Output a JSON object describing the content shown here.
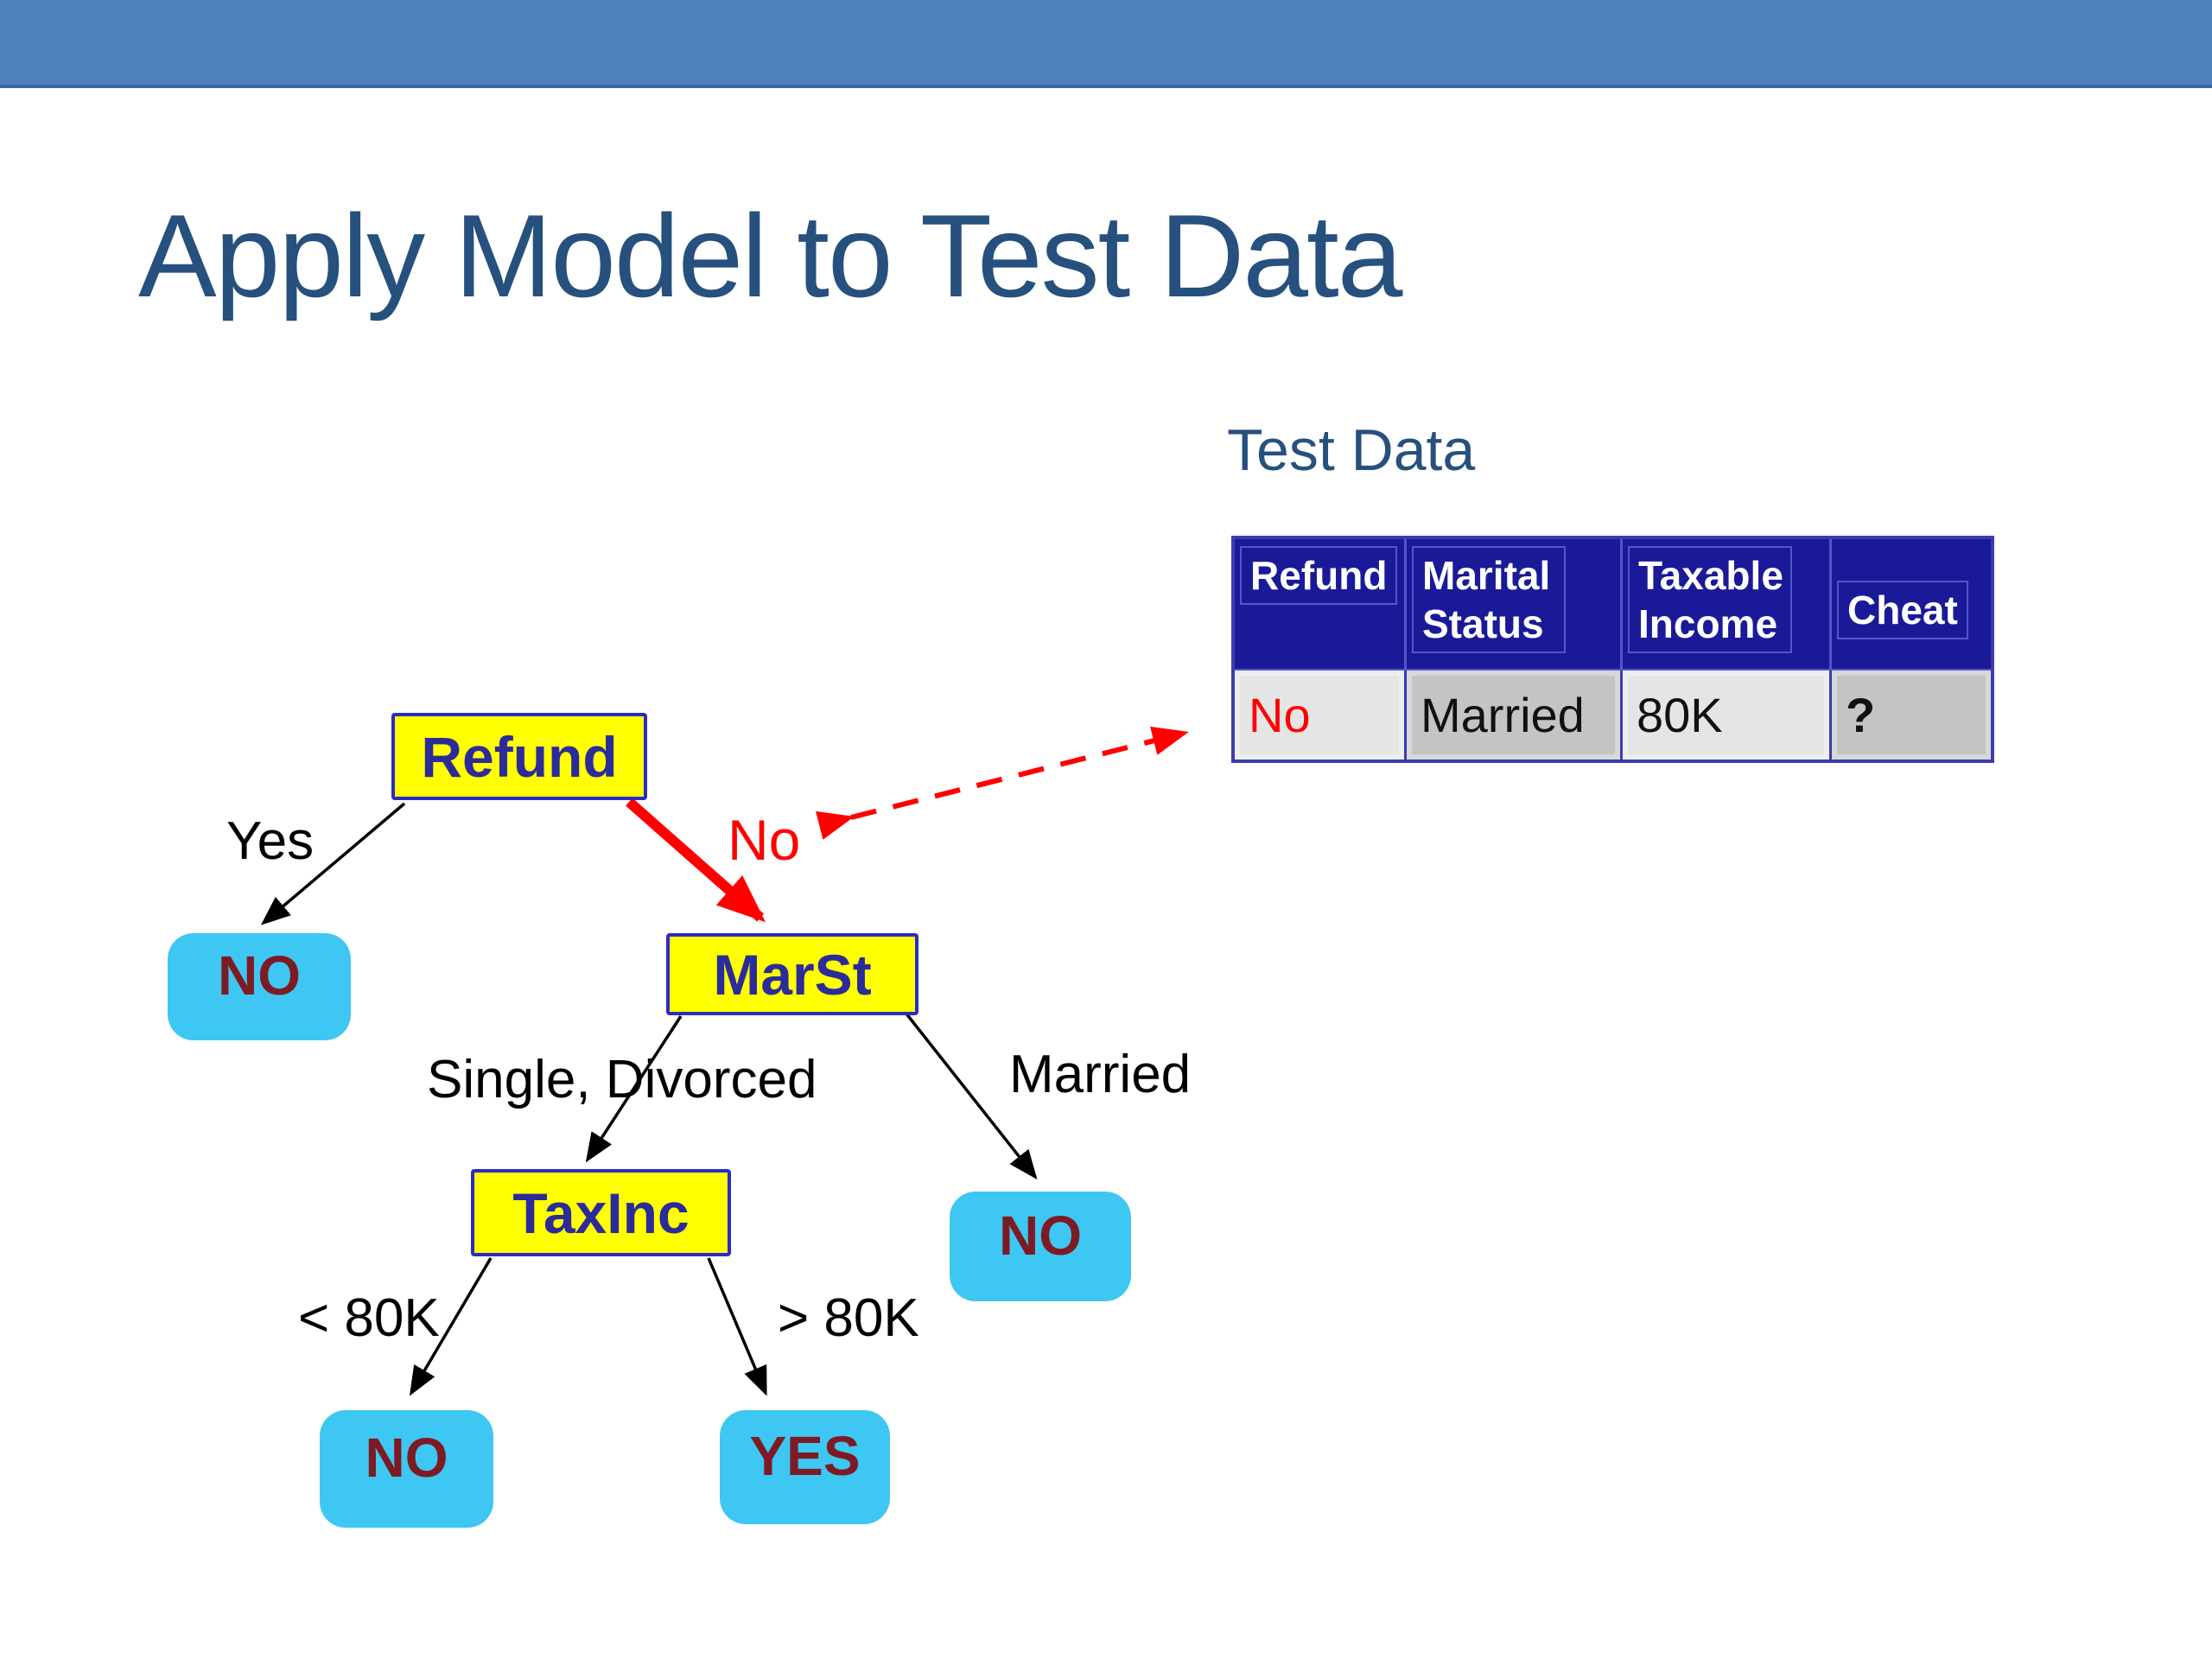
{
  "title": "Apply Model to Test Data",
  "test_data": {
    "label": "Test Data",
    "table": {
      "headers": [
        "Refund",
        "Marital Status",
        "Taxable Income",
        "Cheat"
      ],
      "rows": [
        [
          "No",
          "Married",
          "80K",
          "?"
        ]
      ]
    }
  },
  "tree": {
    "nodes": [
      {
        "id": "refund",
        "label": "Refund"
      },
      {
        "id": "marst",
        "label": "MarSt"
      },
      {
        "id": "taxinc",
        "label": "TaxInc"
      }
    ],
    "leaves": [
      {
        "id": "no-left",
        "label": "NO"
      },
      {
        "id": "no-married",
        "label": "NO"
      },
      {
        "id": "no-lt80k",
        "label": "NO"
      },
      {
        "id": "yes-gt80k",
        "label": "YES"
      }
    ],
    "edge_labels": [
      {
        "id": "yes",
        "label": "Yes"
      },
      {
        "id": "no",
        "label": "No"
      },
      {
        "id": "single-divorced",
        "label": "Single, Divorced"
      },
      {
        "id": "married",
        "label": "Married"
      },
      {
        "id": "lt80k",
        "label": "< 80K"
      },
      {
        "id": "gt80k",
        "label": "> 80K"
      }
    ]
  },
  "colors": {
    "top_bar": "#4F81BD",
    "top_bar_edge": "#3A6A9E",
    "heading_text": "#26507E",
    "node_fill": "#FFFF00",
    "node_border": "#2B2BC8",
    "node_text": "#2B2B9C",
    "leaf_fill": "#3EC7F2",
    "leaf_text": "#7D1B24",
    "edge_black": "#000000",
    "edge_red": "#FF0000",
    "table_header_bg": "#1A1A99",
    "table_border": "#3C3CB0",
    "table_inner_line": "#5555CC",
    "table_header_text": "#FFFFFF",
    "cell_light": "#E5E5E5",
    "cell_dark": "#C4C4C4",
    "cell_no_text": "#FF0000",
    "cell_text": "#111111"
  }
}
